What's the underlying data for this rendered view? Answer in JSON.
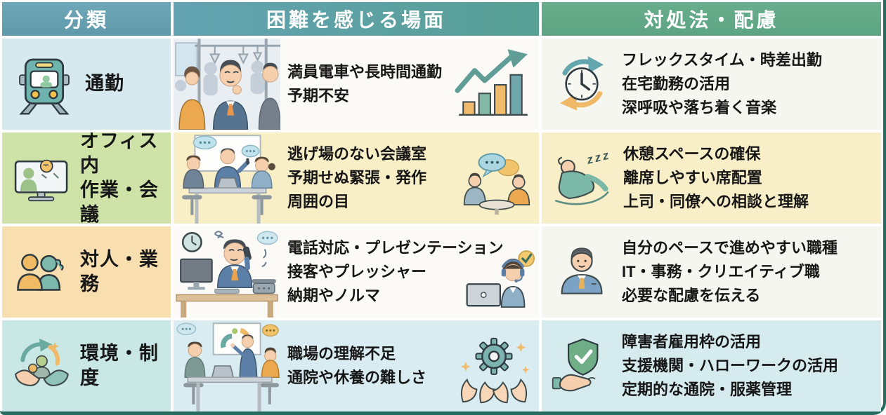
{
  "header": {
    "columns": [
      "分類",
      "困難を感じる場面",
      "対処法・配慮"
    ]
  },
  "rows": [
    {
      "category_lines": [
        "通勤"
      ],
      "difficulty_lines": [
        "満員電車や長時間通勤",
        "予期不安"
      ],
      "coping_lines": [
        "フレックスタイム・時差出勤",
        "在宅勤務の活用",
        "深呼吸や落ち着く音楽"
      ],
      "category_icon": "train-icon",
      "difficulty_illustration": "crowded-train-illustration",
      "difficulty_mini_icon": "growth-chart-icon",
      "coping_icon": "flex-time-clock-icon"
    },
    {
      "category_lines": [
        "オフィス内",
        "作業・会議"
      ],
      "difficulty_lines": [
        "逃げ場のない会議室",
        "予期せぬ緊張・発作",
        "周囲の目"
      ],
      "coping_lines": [
        "休憩スペースの確保",
        "離席しやすい席配置",
        "上司・同僚への相談と理解"
      ],
      "category_icon": "video-call-monitor-icon",
      "difficulty_illustration": "meeting-room-illustration",
      "difficulty_mini_icon": "conversation-icon",
      "coping_icon": "resting-person-icon",
      "coping_icon_text": "zzz"
    },
    {
      "category_lines": [
        "対人・業務"
      ],
      "difficulty_lines": [
        "電話対応・プレゼンテーション",
        "接客やプレッシャー",
        "納期やノルマ"
      ],
      "coping_lines": [
        "自分のペースで進めやすい職種",
        "IT・事務・クリエイティブ職",
        "必要な配慮を伝える"
      ],
      "category_icon": "two-people-icon",
      "difficulty_illustration": "phone-desk-illustration",
      "difficulty_mini_icon": "headset-operator-icon",
      "coping_icon": "businessman-icon"
    },
    {
      "category_lines": [
        "環境・制度"
      ],
      "difficulty_lines": [
        "職場の理解不足",
        "通院や休養の難しさ"
      ],
      "coping_lines": [
        "障害者雇用枠の活用",
        "支援機関・ハローワークの活用",
        "定期的な通院・服薬管理"
      ],
      "category_icon": "caring-hands-icon",
      "difficulty_illustration": "whiteboard-meeting-illustration",
      "difficulty_mini_icon": "gear-hands-icon",
      "coping_icon": "shield-check-hand-icon"
    }
  ],
  "colors": {
    "header_blue": "#63a2b2",
    "header_green": "#68ae8c",
    "outer_border_teal": "#266b60",
    "row_category_bg": [
      "#d6e9ef",
      "#cfe2a8",
      "#f9dfb0",
      "#c9e7e4"
    ],
    "row_difficulty_bg": [
      "#fbfaf6",
      "#f9efc7",
      "#fbfaf6",
      "#d9ecf1"
    ],
    "row_coping_bg": [
      "#f5f6f0",
      "#f8eec7",
      "#f5f6f0",
      "#d6ebee"
    ],
    "accent_orange": "#f0bb6d",
    "accent_teal": "#7cb3b0",
    "text": "#161616"
  }
}
